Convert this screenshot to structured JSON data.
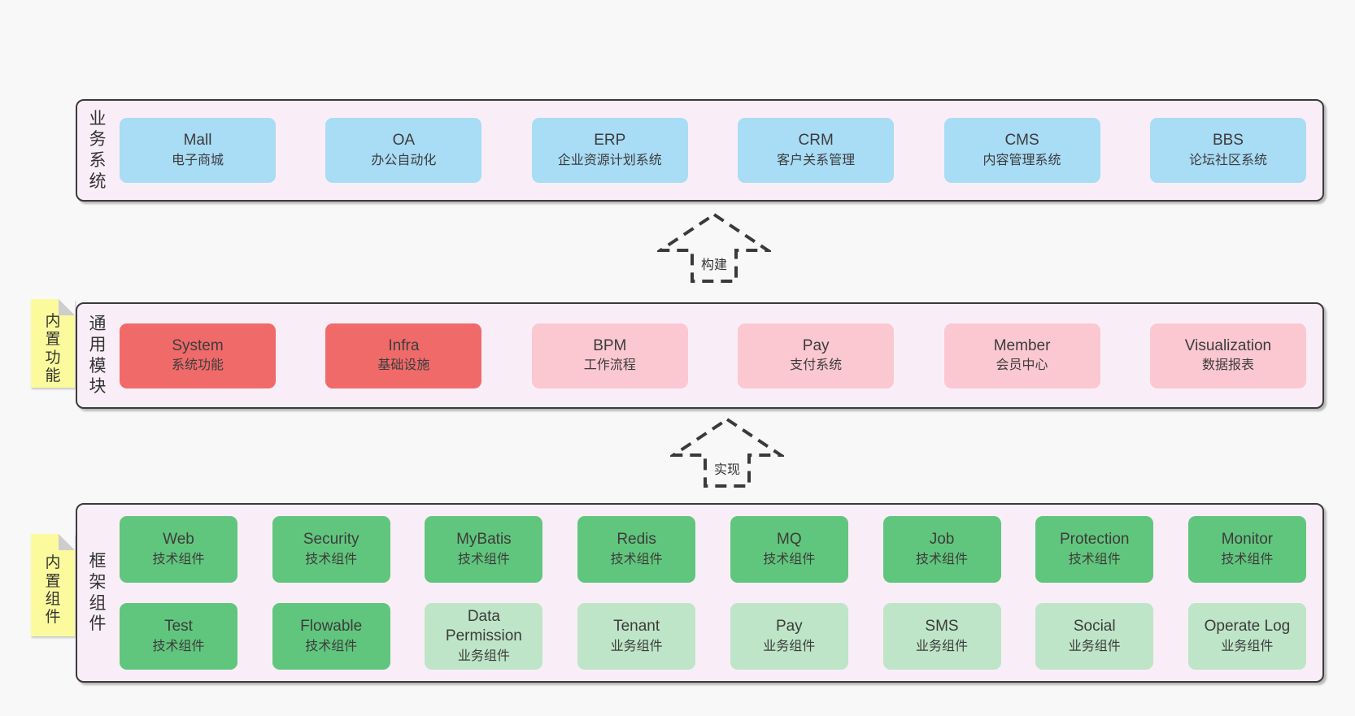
{
  "colors": {
    "page_bg": "#f8f8f8",
    "panel_bg": "#f9eef7",
    "panel_border": "#3a3a3a",
    "blue_box": "#a9dcf5",
    "red_box": "#f06a6a",
    "pink_box": "#fbc8d2",
    "green_box": "#61c67d",
    "light_green_box": "#bee5c7",
    "sticky_yellow": "#fbfb9d",
    "fold_gray": "#cdcdcd",
    "text": "#3c3c3c"
  },
  "business_layer": {
    "label": "业务系统",
    "items": [
      {
        "name": "Mall",
        "desc": "电子商城"
      },
      {
        "name": "OA",
        "desc": "办公自动化"
      },
      {
        "name": "ERP",
        "desc": "企业资源计划系统"
      },
      {
        "name": "CRM",
        "desc": "客户关系管理"
      },
      {
        "name": "CMS",
        "desc": "内容管理系统"
      },
      {
        "name": "BBS",
        "desc": "论坛社区系统"
      }
    ]
  },
  "build_arrow": {
    "label": "构建"
  },
  "module_layer": {
    "label": "通用模块",
    "sticky": "内置功能",
    "items": [
      {
        "name": "System",
        "desc": "系统功能"
      },
      {
        "name": "Infra",
        "desc": "基础设施"
      },
      {
        "name": "BPM",
        "desc": "工作流程"
      },
      {
        "name": "Pay",
        "desc": "支付系统"
      },
      {
        "name": "Member",
        "desc": "会员中心"
      },
      {
        "name": "Visualization",
        "desc": "数据报表"
      }
    ]
  },
  "implement_arrow": {
    "label": "实现"
  },
  "component_layer": {
    "label": "框架组件",
    "sticky": "内置组件",
    "row1": [
      {
        "name": "Web",
        "desc": "技术组件"
      },
      {
        "name": "Security",
        "desc": "技术组件"
      },
      {
        "name": "MyBatis",
        "desc": "技术组件"
      },
      {
        "name": "Redis",
        "desc": "技术组件"
      },
      {
        "name": "MQ",
        "desc": "技术组件"
      },
      {
        "name": "Job",
        "desc": "技术组件"
      },
      {
        "name": "Protection",
        "desc": "技术组件"
      },
      {
        "name": "Monitor",
        "desc": "技术组件"
      }
    ],
    "row2": [
      {
        "name": "Test",
        "desc": "技术组件"
      },
      {
        "name": "Flowable",
        "desc": "技术组件"
      },
      {
        "name": "Data Permission",
        "desc": "业务组件"
      },
      {
        "name": "Tenant",
        "desc": "业务组件"
      },
      {
        "name": "Pay",
        "desc": "业务组件"
      },
      {
        "name": "SMS",
        "desc": "业务组件"
      },
      {
        "name": "Social",
        "desc": "业务组件"
      },
      {
        "name": "Operate Log",
        "desc": "业务组件"
      }
    ]
  }
}
